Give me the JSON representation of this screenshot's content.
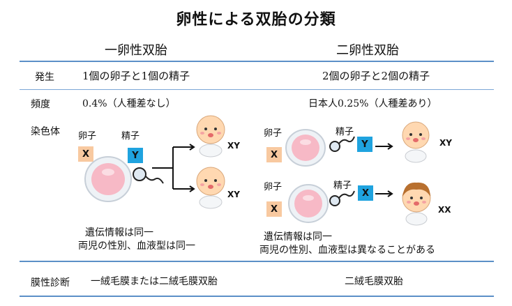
{
  "title": "卵性による双胎の分類",
  "columns": {
    "mono": "一卵性双胎",
    "di": "二卵性双胎"
  },
  "rows": {
    "origin": {
      "label": "発生",
      "mono": "1個の卵子と1個の精子",
      "di": "2個の卵子と2個の精子"
    },
    "frequency": {
      "label": "頻度",
      "mono": "0.4%（人種差なし）",
      "di": "日本人0.25%（人種差あり）"
    },
    "chromosome": {
      "label": "染色体"
    },
    "membrane": {
      "label": "膜性診断",
      "mono": "一絨毛膜または二絨毛膜双胎",
      "di": "二絨毛膜双胎"
    }
  },
  "diagram": {
    "egg": "卵子",
    "sperm": "精子",
    "x": "X",
    "y": "Y",
    "xy": "XY",
    "xx": "XX",
    "mono_note_1": "遺伝情報は同一",
    "mono_note_2": "両児の性別、血液型は同一",
    "di_note_1": "遺伝情報は同一",
    "di_note_2": "両児の性別、血液型は異なることがある"
  },
  "colors": {
    "rule": "#5b8fc7",
    "x_box": "#f8c9a0",
    "y_box": "#1fa3df",
    "egg": "#f7b9c6"
  }
}
